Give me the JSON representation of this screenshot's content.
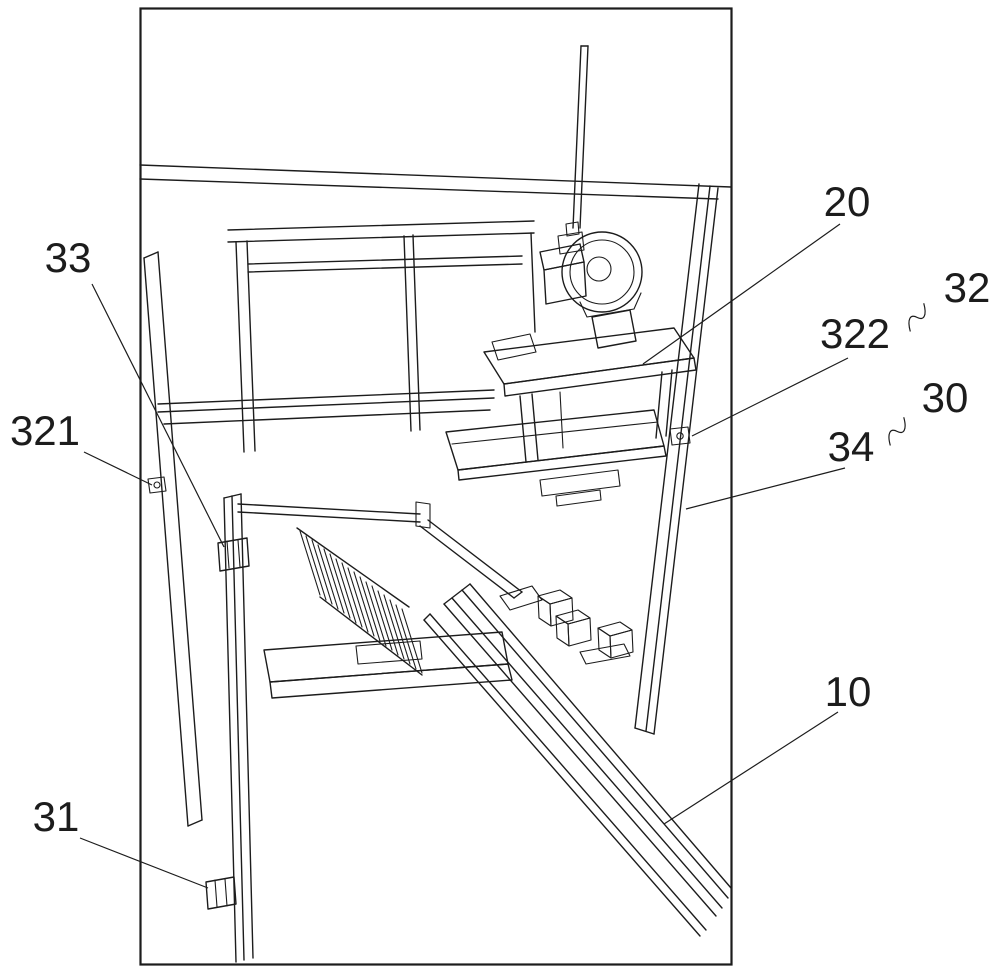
{
  "figure": {
    "type": "patent-line-drawing",
    "description_visible_text_only": true
  },
  "colors": {
    "stroke": "#1c1c1c",
    "background": "#ffffff"
  },
  "labels": {
    "l20": {
      "text": "20"
    },
    "l32": {
      "text": "32"
    },
    "l322": {
      "text": "322"
    },
    "l30": {
      "text": "30"
    },
    "l34": {
      "text": "34"
    },
    "l33": {
      "text": "33"
    },
    "l321": {
      "text": "321"
    },
    "l31": {
      "text": "31"
    },
    "l10": {
      "text": "10"
    }
  }
}
